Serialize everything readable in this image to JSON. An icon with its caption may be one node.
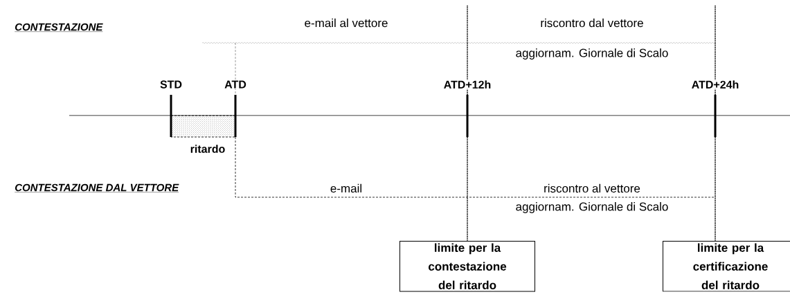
{
  "diagram": {
    "nodes": [
      {
        "text": [
          "limite per la contestazione del ritardo"
        ]
      },
      {
        "text": [
          "limite per la certificazione del ritardo"
        ]
      }
    ],
    "edges": [
      {
        "from": null,
        "to": 0,
        "arrow": "none",
        "style": "dashed"
      },
      {
        "from": null,
        "to": 1,
        "arrow": "none",
        "style": "dashed"
      }
    ],
    "labels": [
      "CONTESTAZIONE",
      "e-mail al vettore",
      "riscontro dal vettore",
      "aggiornam. Giornale di Scalo",
      "STD",
      "ATD",
      "ATD+12h",
      "ATD+24h",
      "ritardo",
      "CONTESTAZIONE DAL VETTORE",
      "e-mail",
      "riscontro al vettore",
      "aggiornam. Giornale di Scalo"
    ]
  }
}
